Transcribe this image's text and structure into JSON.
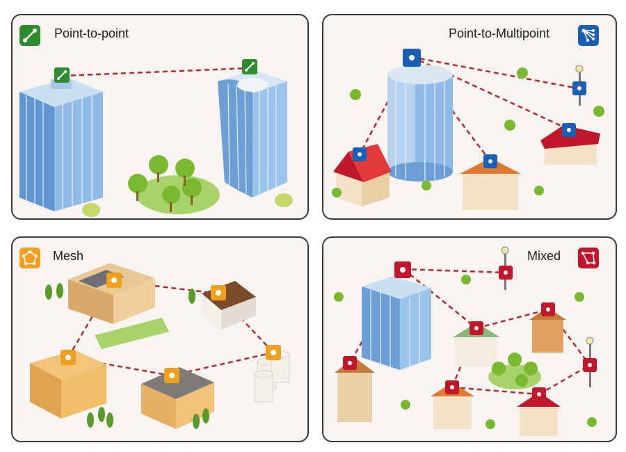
{
  "panels": [
    {
      "id": "point-to-point",
      "title": "Point-to-point",
      "icon": "point-to-point-icon",
      "color": "#2e8b2e"
    },
    {
      "id": "point-to-multipoint",
      "title": "Point-to-Multipoint",
      "icon": "point-to-multipoint-icon",
      "color": "#1a5fb4"
    },
    {
      "id": "mesh",
      "title": "Mesh",
      "icon": "mesh-icon",
      "color": "#f0a020"
    },
    {
      "id": "mixed",
      "title": "Mixed",
      "icon": "mixed-icon",
      "color": "#c0182a"
    }
  ],
  "colors": {
    "link": "#b22b2b",
    "ground": "#f8f4f1",
    "glass": "#7fb2e0",
    "tree": "#7ab82f"
  }
}
